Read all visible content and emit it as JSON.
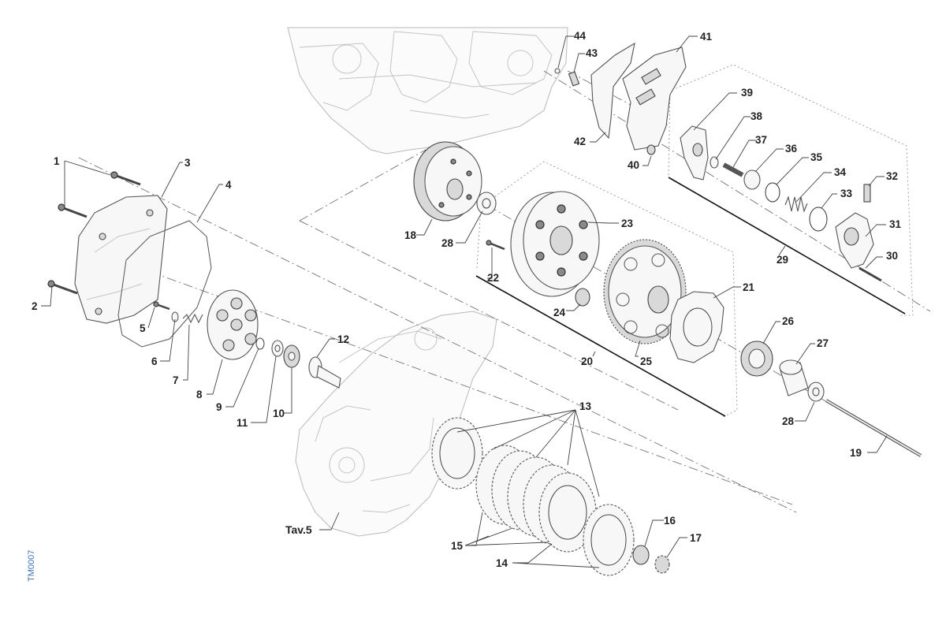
{
  "diagram": {
    "figure_code": "TM0007",
    "reference": "Tav.5",
    "callouts": {
      "c1": "1",
      "c2": "2",
      "c3": "3",
      "c4": "4",
      "c5": "5",
      "c6": "6",
      "c7": "7",
      "c8": "8",
      "c9": "9",
      "c10": "10",
      "c11": "11",
      "c12": "12",
      "c13": "13",
      "c14": "14",
      "c15": "15",
      "c16": "16",
      "c17": "17",
      "c18": "18",
      "c19": "19",
      "c20": "20",
      "c21": "21",
      "c22": "22",
      "c23": "23",
      "c24": "24",
      "c25": "25",
      "c26": "26",
      "c27": "27",
      "c28a": "28",
      "c28b": "28",
      "c29": "29",
      "c30": "30",
      "c31": "31",
      "c32": "32",
      "c33": "33",
      "c34": "34",
      "c35": "35",
      "c36": "36",
      "c37": "37",
      "c38": "38",
      "c39": "39",
      "c40": "40",
      "c41": "41",
      "c42": "42",
      "c43": "43",
      "c44": "44"
    }
  }
}
